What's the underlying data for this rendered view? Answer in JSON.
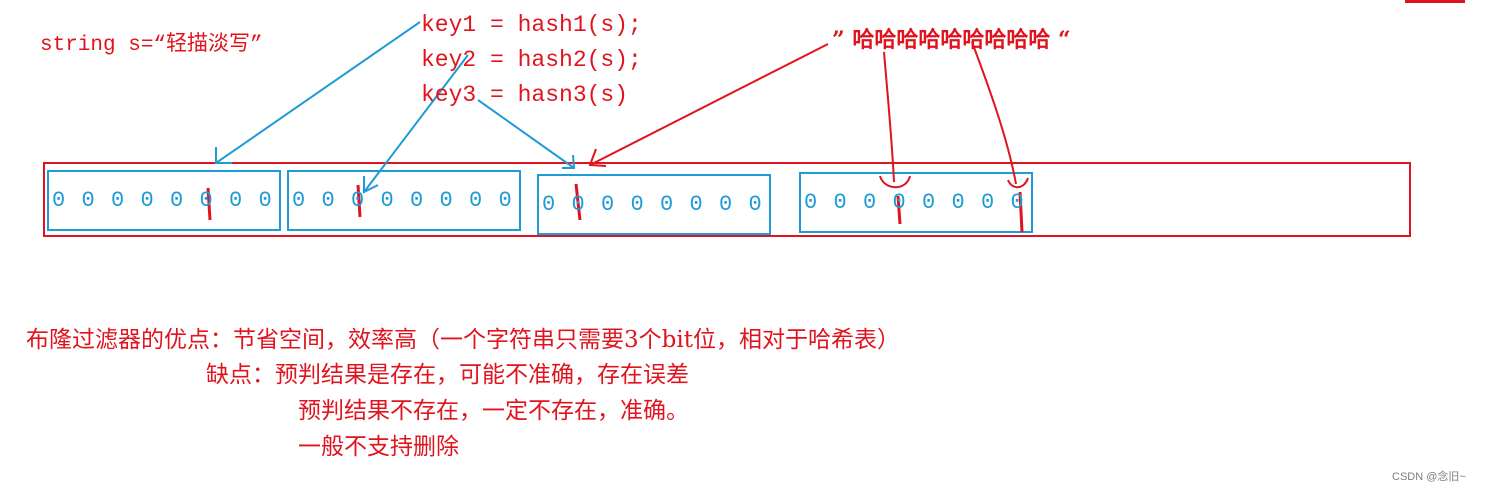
{
  "string_decl": "string s=“轻描淡写”",
  "hash_lines": [
    "key1 = hash1(s);",
    "key2 = hash2(s);",
    "key3 = hasn3(s)"
  ],
  "haha_text": "” 哈哈哈哈哈哈哈哈哈 “",
  "bit_groups": [
    {
      "bits": [
        "0",
        "0",
        "0",
        "0",
        "0",
        "0",
        "0",
        "0"
      ]
    },
    {
      "bits": [
        "0",
        "0",
        "0",
        "0",
        "0",
        "0",
        "0",
        "0"
      ]
    },
    {
      "bits": [
        "0",
        "0",
        "0",
        "0",
        "0",
        "0",
        "0",
        "0"
      ]
    },
    {
      "bits": [
        "0",
        "0",
        "0",
        "0",
        "0",
        "0",
        "0",
        "0"
      ]
    }
  ],
  "notes": [
    "布隆过滤器的优点：节省空间，效率高（一个字符串只需要3个bit位，相对于哈希表）",
    "缺点：预判结果是存在，可能不准确，存在误差",
    "预判结果不存在，一定不存在，准确。",
    "一般不支持删除"
  ],
  "watermark": "CSDN @念旧~",
  "colors": {
    "annotation": "#e0141e",
    "bits": "#1f9bd6"
  }
}
